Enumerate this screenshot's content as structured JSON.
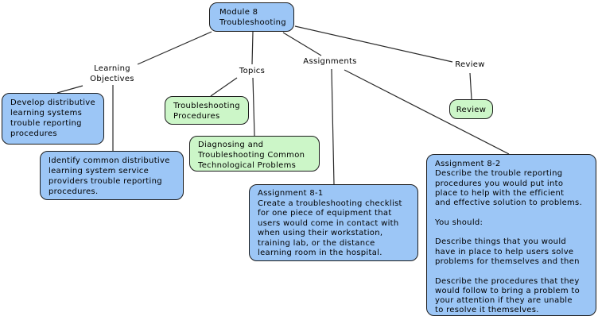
{
  "colors": {
    "node_blue_fill": "#9cc6f6",
    "node_green_fill": "#ccf6c8",
    "node_border": "#1c1c1c",
    "connector_line": "#2a2a2a",
    "background": "#ffffff",
    "text": "#000000"
  },
  "nodes": {
    "module": {
      "label": "Module 8\nTroubleshooting",
      "color": "blue"
    },
    "develop": {
      "label": "Develop distributive\nlearning systems\ntrouble reporting\nprocedures",
      "color": "blue"
    },
    "identify": {
      "label": "Identify common distributive\nlearning system service\nproviders trouble reporting\nprocedures.",
      "color": "blue"
    },
    "troubleshooting_procedures": {
      "label": "Troubleshooting\nProcedures",
      "color": "green"
    },
    "diagnosing": {
      "label": "Diagnosing and\nTroubleshooting Common\nTechnological Problems",
      "color": "green"
    },
    "assignment_8_1": {
      "label": "Assignment 8-1\nCreate a troubleshooting checklist\nfor one piece of equipment that\nusers would come in contact with\nwhen using their workstation,\ntraining lab, or the distance\nlearning room in the hospital.",
      "color": "blue"
    },
    "review_node": {
      "label": "Review",
      "color": "green"
    },
    "assignment_8_2": {
      "label": "Assignment 8-2\nDescribe the trouble reporting\nprocedures you would put into\nplace to help with the efficient\nand effective solution to problems.\n\nYou should:\n\nDescribe things that you would\nhave in place to help users solve\nproblems for themselves and then\n\nDescribe the procedures that they\nwould follow to bring a problem to\nyour attention if they are unable\nto resolve it themselves.",
      "color": "blue"
    }
  },
  "link_labels": {
    "learning_objectives": "Learning\nObjectives",
    "topics": "Topics",
    "assignments": "Assignments",
    "review": "Review"
  },
  "connections": [
    {
      "from": "module",
      "to": "learning_objectives"
    },
    {
      "from": "module",
      "to": "topics"
    },
    {
      "from": "module",
      "to": "assignments"
    },
    {
      "from": "module",
      "to": "review"
    },
    {
      "from": "learning_objectives",
      "to": "develop"
    },
    {
      "from": "learning_objectives",
      "to": "identify"
    },
    {
      "from": "topics",
      "to": "troubleshooting_procedures"
    },
    {
      "from": "topics",
      "to": "diagnosing"
    },
    {
      "from": "assignments",
      "to": "assignment_8_1"
    },
    {
      "from": "assignments",
      "to": "assignment_8_2"
    },
    {
      "from": "review",
      "to": "review_node"
    }
  ]
}
